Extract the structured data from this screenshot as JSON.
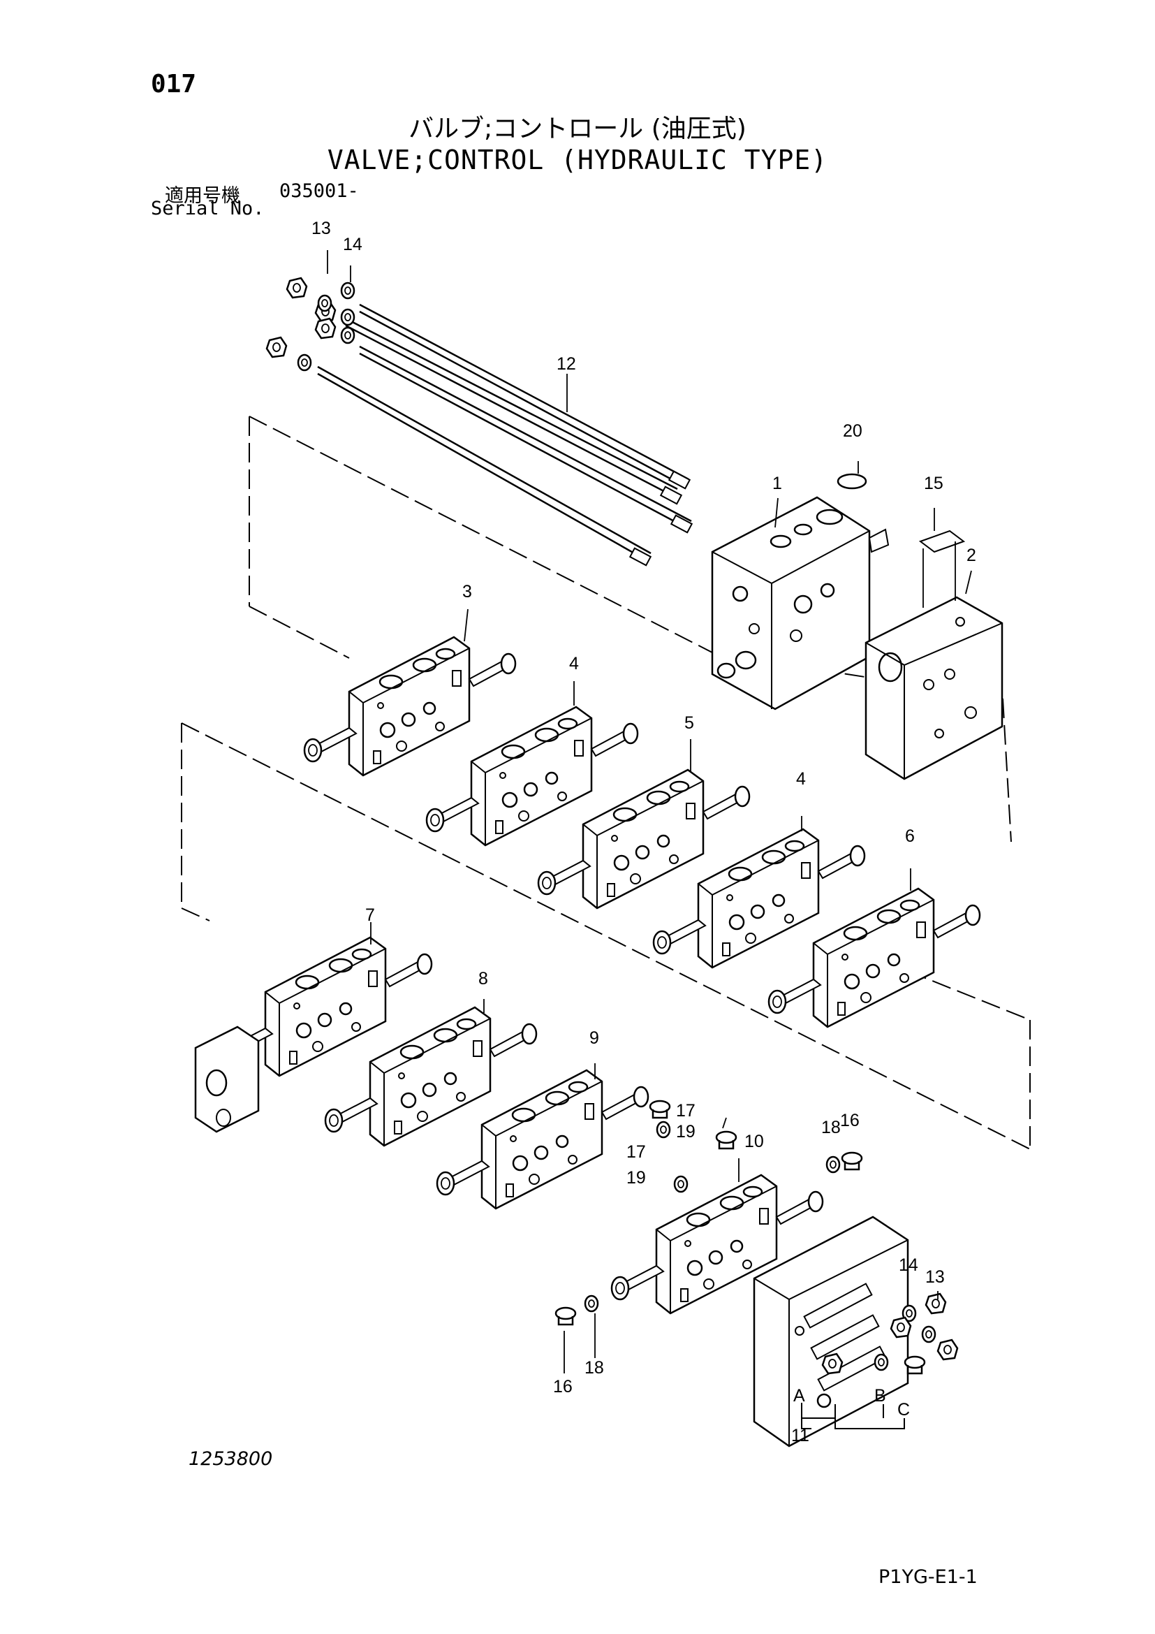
{
  "header": {
    "page_number": "017",
    "title_jp": "バルブ;コントロール (油圧式)",
    "title_en": "VALVE;CONTROL (HYDRAULIC TYPE)",
    "serial_label_jp": "適用号機",
    "serial_value": "035001-",
    "serial_label_en": "Serial No."
  },
  "footer": {
    "drawing_code": "1253800",
    "page_code": "P1YG-E1-1"
  },
  "callouts": {
    "c1": "1",
    "c2": "2",
    "c3": "3",
    "c4a": "4",
    "c4b": "4",
    "c5": "5",
    "c6": "6",
    "c7": "7",
    "c8": "8",
    "c9": "9",
    "c10": "10",
    "c11": "11",
    "c12": "12",
    "c13a": "13",
    "c13b": "13",
    "c14a": "14",
    "c14b": "14",
    "c15": "15",
    "c16a": "16",
    "c16b": "16",
    "c17a": "17",
    "c17b": "17",
    "c18a": "18",
    "c18b": "18",
    "c19a": "19",
    "c19b": "19",
    "c20": "20",
    "port_a": "A",
    "port_b": "B",
    "port_c": "C"
  }
}
